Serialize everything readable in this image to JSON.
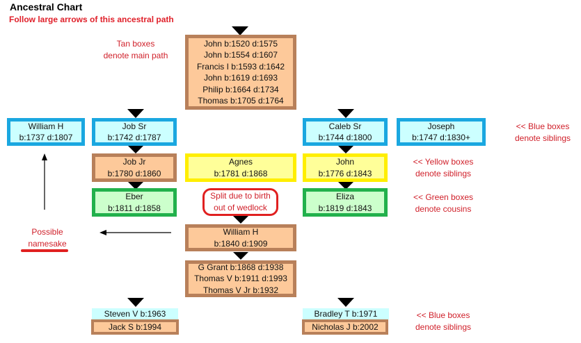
{
  "header": {
    "title": "Ancestral Chart",
    "subtitle": "Follow large arrows of this ancestral path"
  },
  "main_path_top": [
    "John b:1520 d:1575",
    "John b:1554 d:1607",
    "Francis I b:1593 d:1642",
    "John b:1619 d:1693",
    "Philip b:1664 d:1734",
    "Thomas b:1705 d:1764"
  ],
  "notes": {
    "tan": [
      "Tan boxes",
      "denote main path"
    ],
    "blue": [
      "<< Blue boxes",
      "denote siblings"
    ],
    "yellow": [
      "<< Yellow boxes",
      "denote siblings"
    ],
    "green": [
      "<< Green boxes",
      "denote cousins"
    ],
    "blue_bottom": [
      "<< Blue boxes",
      "denote siblings"
    ],
    "split": [
      "Split due to birth",
      "out of wedlock"
    ],
    "namesake": [
      "Possible",
      "namesake"
    ]
  },
  "boxes": {
    "william_h_1737": [
      "William H",
      "b:1737 d:1807"
    ],
    "job_sr": [
      "Job Sr",
      "b:1742 d:1787"
    ],
    "caleb_sr": [
      "Caleb Sr",
      "b:1744 d:1800"
    ],
    "joseph": [
      "Joseph",
      "b:1747 d:1830+"
    ],
    "job_jr": [
      "Job Jr",
      "b:1780 d:1860"
    ],
    "agnes": [
      "Agnes",
      "b:1781 d:1868"
    ],
    "john_1776": [
      "John",
      "b:1776 d:1843"
    ],
    "eber": [
      "Eber",
      "b:1811 d:1858"
    ],
    "eliza": [
      "Eliza",
      "b:1819 d:1843"
    ],
    "william_h_1840": [
      "William H",
      "b:1840 d:1909"
    ],
    "recent": [
      "G Grant b:1868 d:1938",
      "Thomas V b:1911 d:1993",
      "Thomas V Jr b:1932"
    ]
  },
  "bottom": {
    "steven": "Steven V b:1963",
    "jack": "Jack S b:1994",
    "bradley": "Bradley T b:1971",
    "nicholas": "Nicholas J b:2002"
  },
  "colors": {
    "tan_border": "#b8805a",
    "tan_fill": "#fdc99a",
    "blue_border": "#1aa7e0",
    "blue_fill": "#ccffff",
    "yellow_border": "#ffee00",
    "yellow_fill": "#ffff99",
    "green_border": "#22b14c",
    "green_fill": "#ccffcc",
    "note": "#d0202a"
  }
}
